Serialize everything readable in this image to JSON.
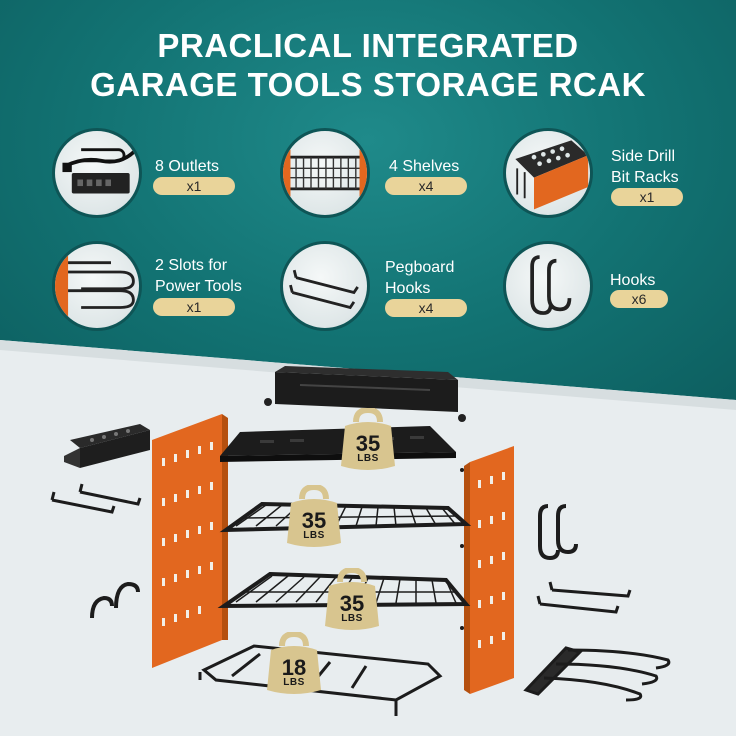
{
  "title": {
    "line1": "PRACLICAL INTEGRATED",
    "line2": "GARAGE TOOLS STORAGE RCAK"
  },
  "features": [
    {
      "icon": "power-strip-icon",
      "label_lines": [
        "8 Outlets"
      ],
      "qty": "x1"
    },
    {
      "icon": "wire-shelf-icon",
      "label_lines": [
        "4 Shelves"
      ],
      "qty": "x4"
    },
    {
      "icon": "drill-bit-rack-icon",
      "label_lines": [
        "Side Drill",
        "Bit Racks"
      ],
      "qty": "x1"
    },
    {
      "icon": "power-tool-slot-icon",
      "label_lines": [
        "2 Slots for",
        "Power Tools"
      ],
      "qty": "x1"
    },
    {
      "icon": "pegboard-hook-icon",
      "label_lines": [
        "Pegboard",
        "Hooks"
      ],
      "qty": "x4"
    },
    {
      "icon": "s-hook-icon",
      "label_lines": [
        "Hooks"
      ],
      "qty": "x6"
    }
  ],
  "capacities": [
    {
      "value": "35",
      "unit": "LBS"
    },
    {
      "value": "35",
      "unit": "LBS"
    },
    {
      "value": "35",
      "unit": "LBS"
    },
    {
      "value": "18",
      "unit": "LBS"
    }
  ],
  "colors": {
    "teal": "#127272",
    "badge": "#e9d49a",
    "panel_orange": "#e2671f",
    "metal": "#1c1c1c"
  }
}
